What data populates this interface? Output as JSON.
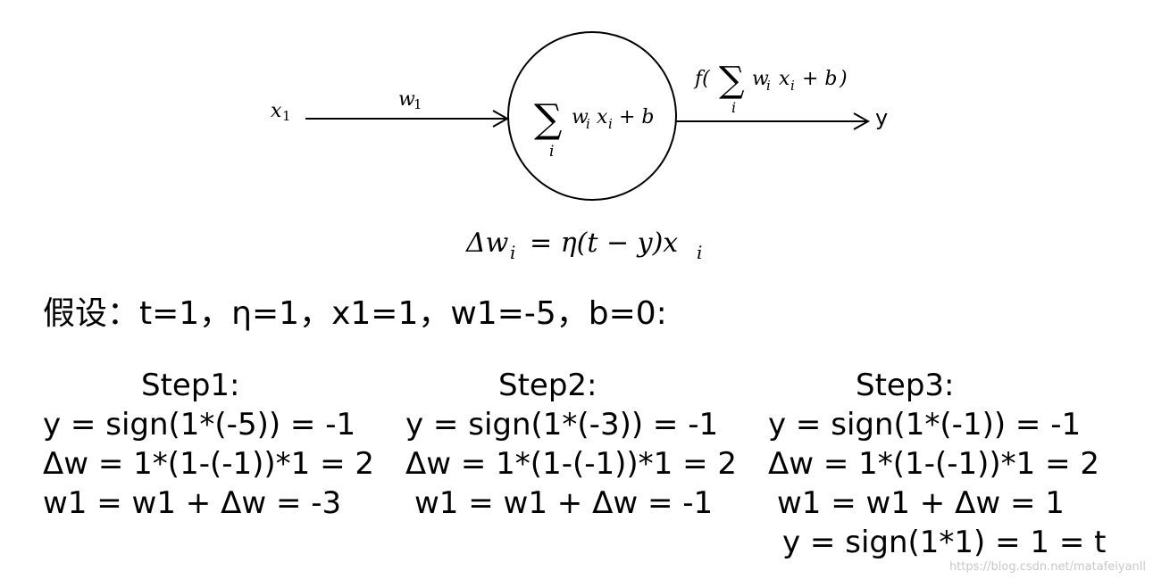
{
  "diagram": {
    "input_label": "x",
    "input_sub": "1",
    "weight_label": "w",
    "weight_sub": "1",
    "neuron_sum": "∑",
    "neuron_index": "i",
    "neuron_expr_w": "w",
    "neuron_expr_wi": "i",
    "neuron_expr_x": "x",
    "neuron_expr_xi": "i",
    "neuron_expr_tail": "+ b",
    "activation_prefix": "f(",
    "activation_suffix": ")",
    "output_label": "y",
    "update_rule_lhs": "Δw",
    "update_rule_lhs_sub": "i",
    "update_rule_rhs": "= η(t − y)x",
    "update_rule_rhs_sub": "i"
  },
  "assumption": "假设：t=1，η=1，x1=1，w1=-5，b=0:",
  "steps": [
    {
      "title": "Step1:",
      "lines": [
        "y = sign(1*(-5)) = -1",
        "Δw = 1*(1-(-1))*1 = 2",
        "w1 = w1 + Δw = -3"
      ]
    },
    {
      "title": "Step2:",
      "lines": [
        "y = sign(1*(-3)) = -1",
        "Δw = 1*(1-(-1))*1 = 2",
        "w1 = w1 + Δw = -1"
      ]
    },
    {
      "title": "Step3:",
      "lines": [
        "y = sign(1*(-1)) = -1",
        "Δw = 1*(1-(-1))*1 = 2",
        "w1 = w1 + Δw = 1",
        "y = sign(1*1) = 1 = t"
      ]
    }
  ],
  "watermark": "https://blog.csdn.net/matafeiyanll"
}
